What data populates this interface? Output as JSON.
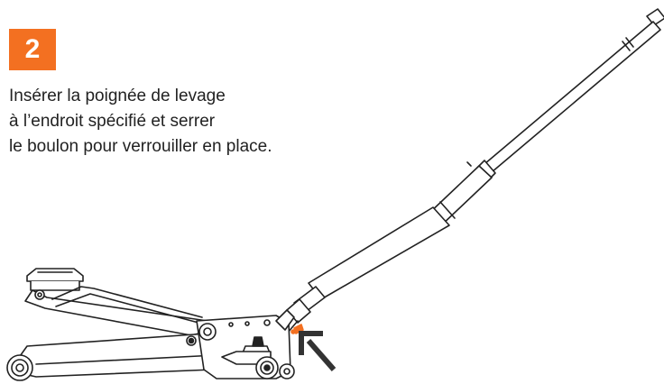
{
  "step": {
    "number": "2"
  },
  "instructions": {
    "lines": [
      "Insérer la poignée de levage",
      "à l’endroit spécifié et serrer",
      "le boulon pour verrouiller en place."
    ]
  },
  "colors": {
    "accent": "#f37021",
    "ink": "#222222"
  },
  "icons": {
    "illustration": "floor-jack-handle-illustration",
    "pointer": "arrow-pointer-icon"
  }
}
